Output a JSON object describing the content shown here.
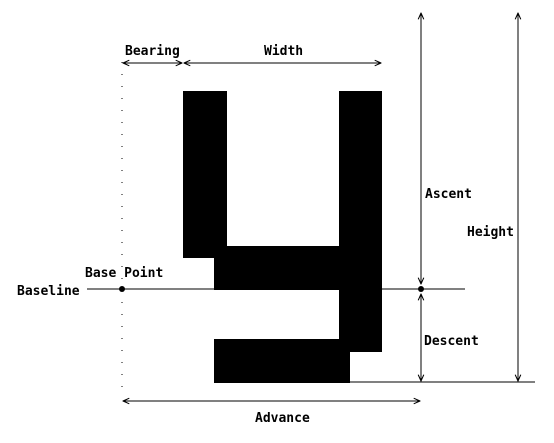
{
  "labels": {
    "bearing": "Bearing",
    "width": "Width",
    "ascent": "Ascent",
    "height": "Height",
    "base_point": "Base Point",
    "baseline": "Baseline",
    "descent": "Descent",
    "advance": "Advance"
  },
  "colors": {
    "ink": "#000000",
    "background": "#ffffff"
  }
}
